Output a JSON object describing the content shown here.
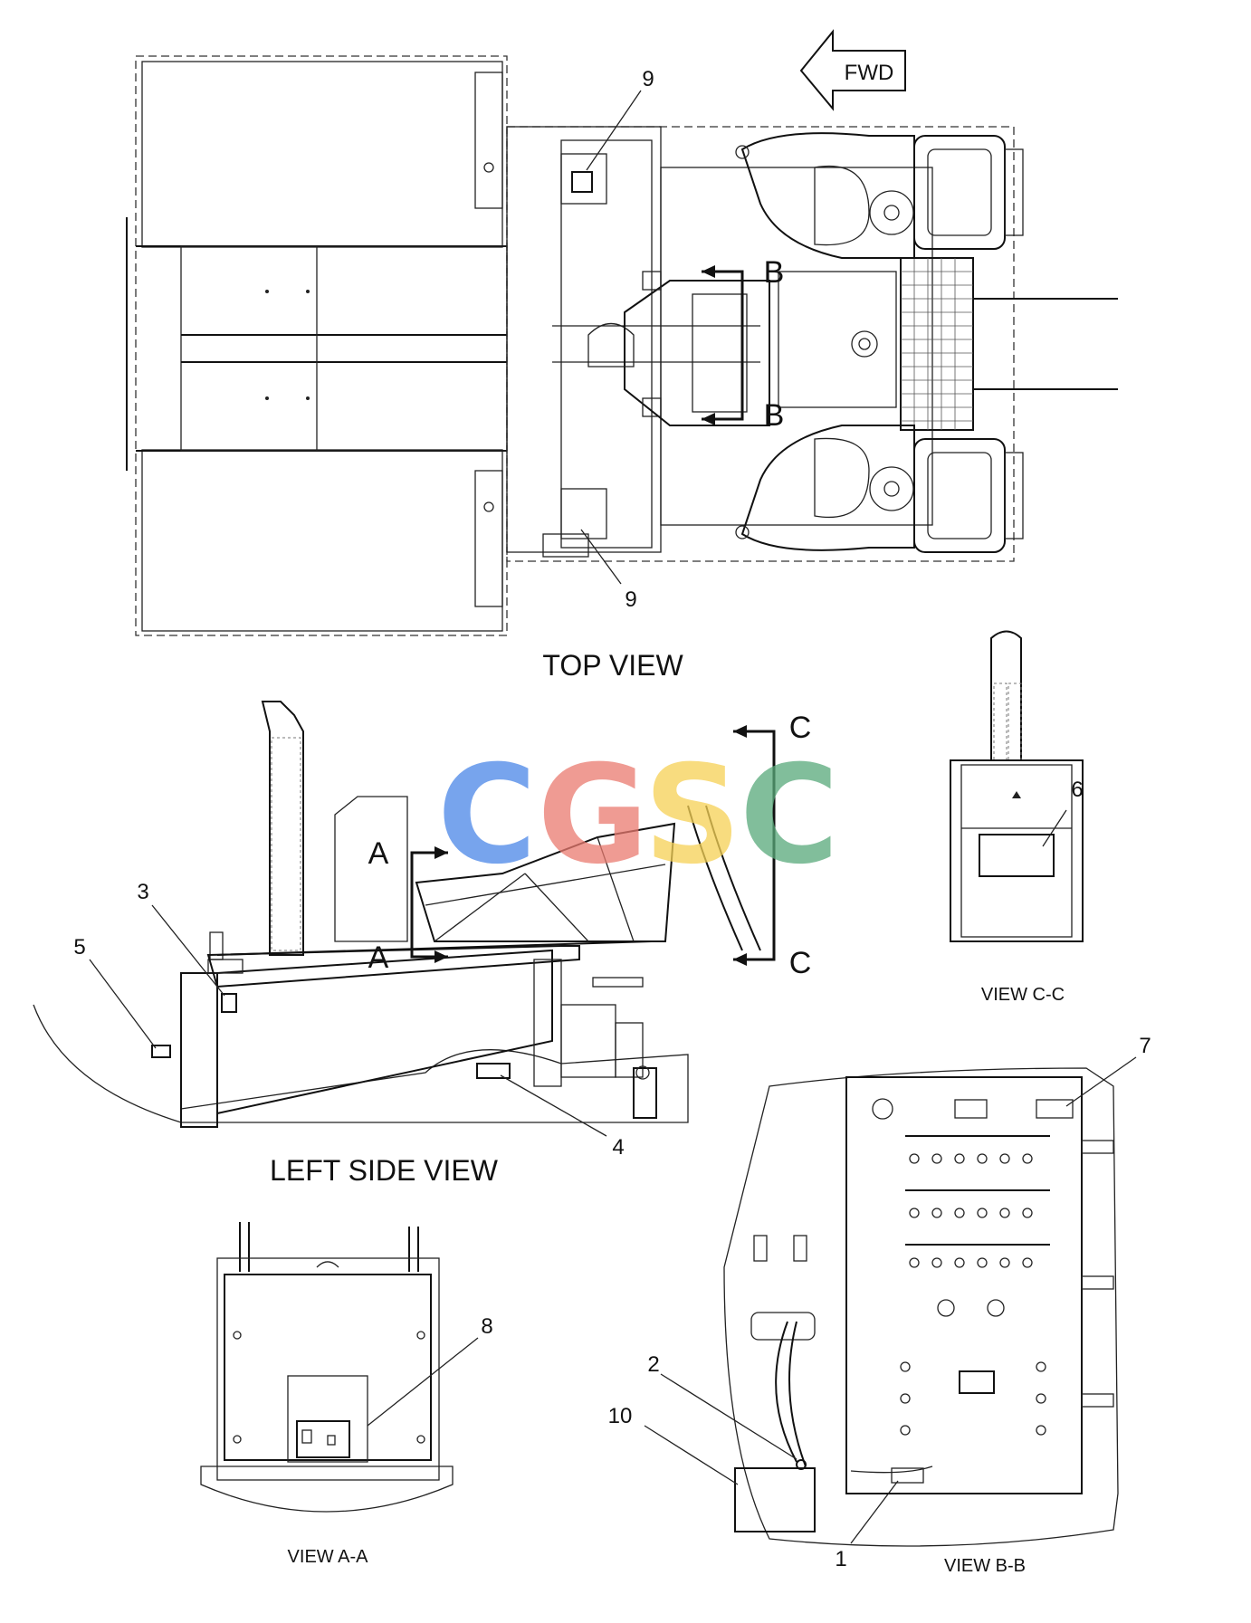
{
  "views": {
    "top_view": "TOP VIEW",
    "left_side_view": "LEFT SIDE VIEW",
    "view_aa": "VIEW A-A",
    "view_bb": "VIEW B-B",
    "view_cc": "VIEW C-C"
  },
  "direction_arrow": "FWD",
  "section_markers": {
    "a": "A",
    "b": "B",
    "c": "C"
  },
  "callouts": {
    "c1": "1",
    "c2": "2",
    "c3": "3",
    "c4": "4",
    "c5": "5",
    "c6": "6",
    "c7": "7",
    "c8": "8",
    "c9": "9",
    "c10": "10"
  },
  "watermark": {
    "letters": [
      "C",
      "G",
      "S",
      "C"
    ],
    "colors": [
      "#4a86e8",
      "#ea7a6f",
      "#f6d155",
      "#58a97a"
    ]
  }
}
